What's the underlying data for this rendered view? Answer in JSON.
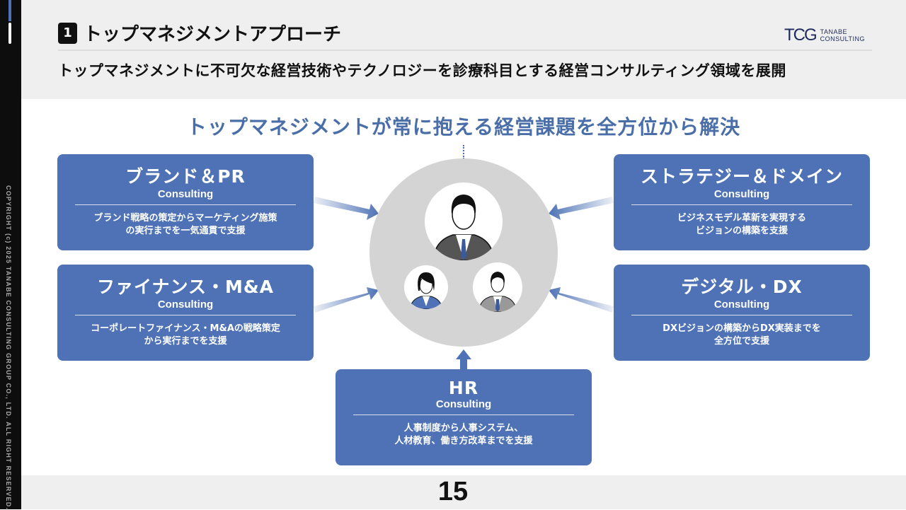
{
  "header": {
    "section_number": "1",
    "title": "トップマネジメントアプローチ",
    "subtitle": "トップマネジメントに不可欠な経営技術やテクノロジーを診療科目とする経営コンサルティング領域を展開"
  },
  "logo": {
    "mark": "TCG",
    "line1": "TANABE",
    "line2": "CONSULTING"
  },
  "copyright": "COPYRIGHT (c) 2025 TANABE CONSULTING GROUP CO., LTD. ALL RIGHT RESERVED.",
  "main_heading": "トップマネジメントが常に抱える経営課題を全方位から解決",
  "services": [
    {
      "title": "ブランド＆PR",
      "sub": "Consulting",
      "desc1": "ブランド戦略の策定からマーケティング施策",
      "desc2": "の実行までを一気通貫で支援"
    },
    {
      "title": "ファイナンス・M&A",
      "sub": "Consulting",
      "desc1": "コーポレートファイナンス・M&Aの戦略策定",
      "desc2": "から実行までを支援"
    },
    {
      "title": "ストラテジー＆ドメイン",
      "sub": "Consulting",
      "desc1": "ビジネスモデル革新を実現する",
      "desc2": "ビジョンの構築を支援"
    },
    {
      "title": "デジタル・DX",
      "sub": "Consulting",
      "desc1": "DXビジョンの構築からDX実装までを",
      "desc2": "全方位で支援"
    },
    {
      "title": "HR",
      "sub": "Consulting",
      "desc1": "人事制度から人事システム、",
      "desc2": "人材教育、働き方改革までを支援"
    }
  ],
  "page_number": "15",
  "colors": {
    "accent": "#4e72b5",
    "heading": "#4a6ea8"
  }
}
